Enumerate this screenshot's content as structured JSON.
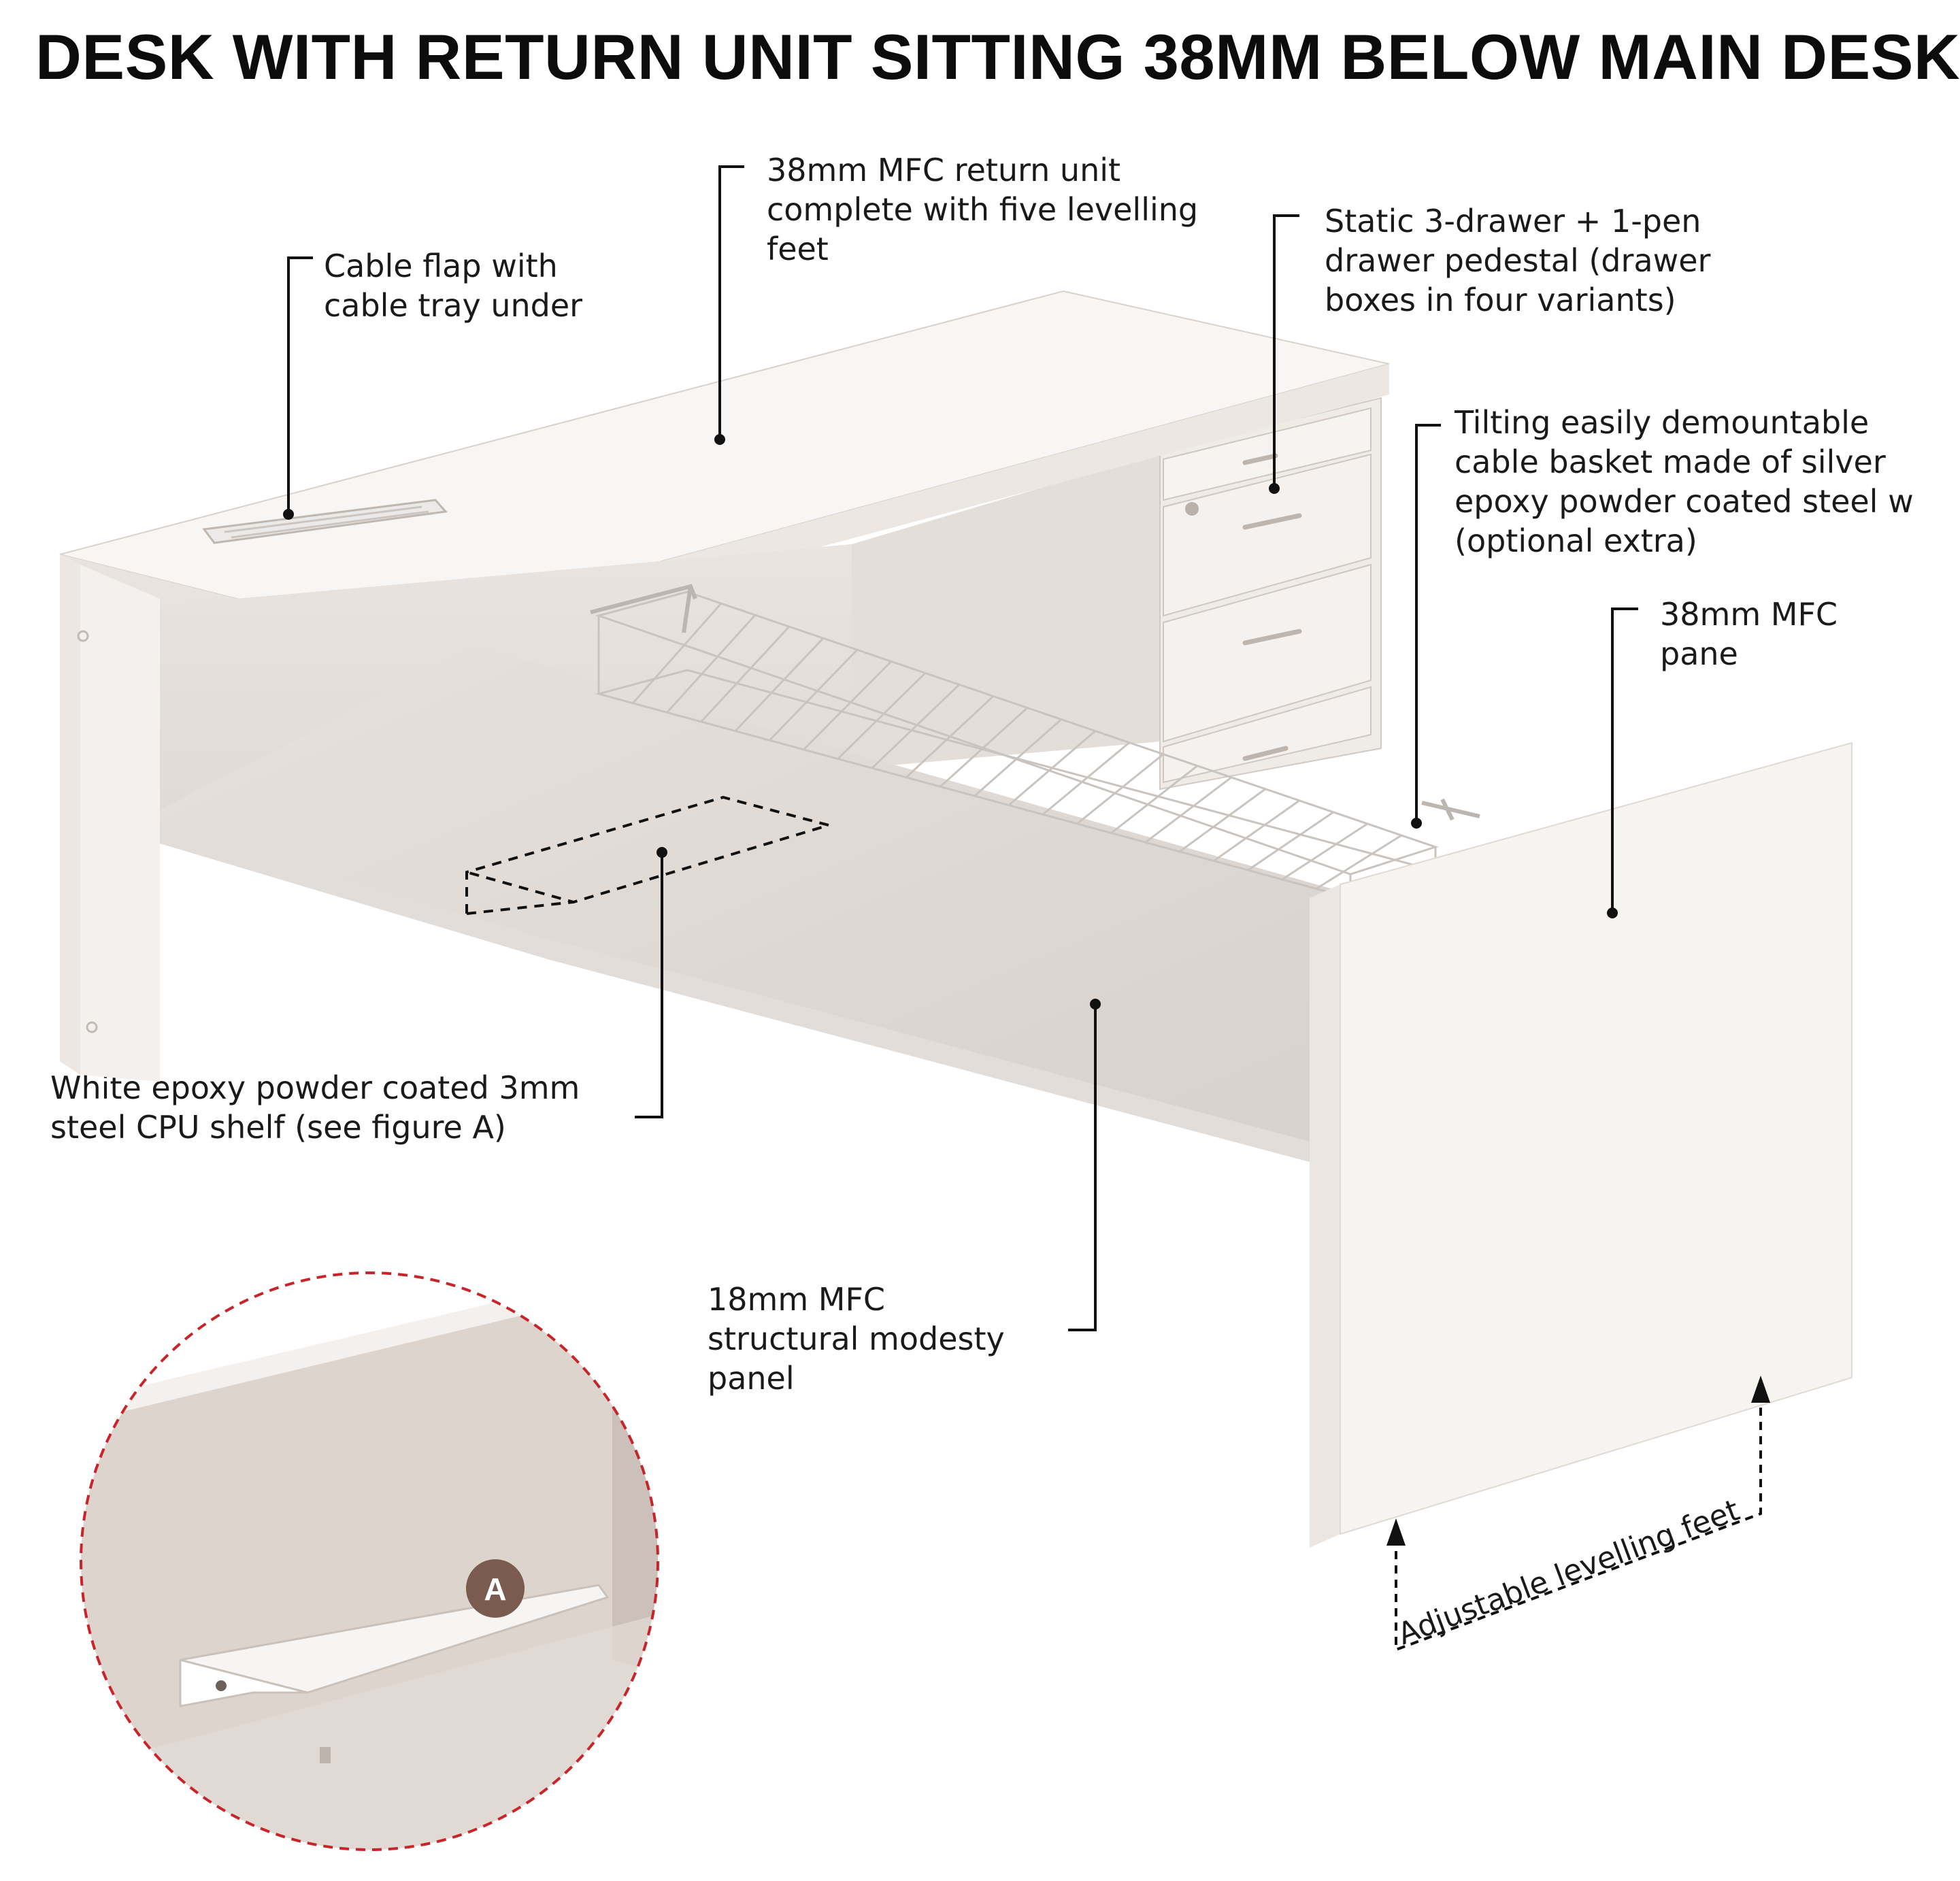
{
  "title": "DESK WITH RETURN UNIT SITTING 38MM BELOW MAIN DESK",
  "colors": {
    "panel_white": "#f4f2ef",
    "panel_shadow": "#ddd6d1",
    "leader_line": "#111111",
    "detail_circle": "#c8252b",
    "badge": "#7b5b4f"
  },
  "callouts": {
    "cable_flap": "Cable flap with\ncable tray under",
    "return_unit": "38mm MFC return unit\ncomplete with five levelling\nfeet",
    "pedestal": "Static 3-drawer + 1-pen\ndrawer pedestal (drawer\nboxes in four variants)",
    "cable_basket": "Tilting easily demountable\ncable basket made of silver\nepoxy powder coated steel w\n(optional extra)",
    "mfc_panel": "38mm MFC pane",
    "cpu_shelf": "White epoxy powder coated 3mm\nsteel CPU shelf (see figure A)",
    "modesty_panel": "18mm MFC\nstructural modesty\npanel",
    "levelling_feet": "Adjustable levelling feet"
  },
  "detail": {
    "badge_label": "A"
  }
}
